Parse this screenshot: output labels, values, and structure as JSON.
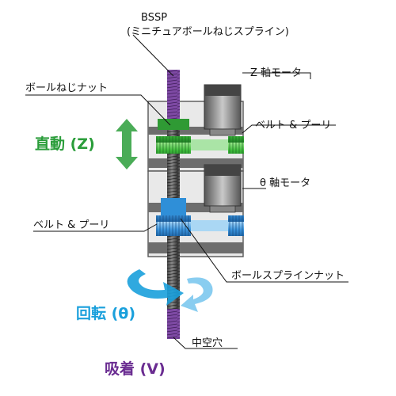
{
  "labels": {
    "bssp": "BSSP",
    "bssp_sub": "(ミニチュアボールねじスプライン)",
    "ball_screw_nut": "ボールねじナット",
    "z_motor": "Z 軸モータ",
    "belt_pulley_top": "ベルト & プーリ",
    "theta_motor": "θ 軸モータ",
    "belt_pulley_bottom": "ベルト & プーリ",
    "ball_spline_nut": "ボールスプラインナット",
    "hollow_hole": "中空穴"
  },
  "motions": {
    "linear": "直動 (Z)",
    "rotation": "回転 (θ)",
    "suction": "吸着 (V)"
  },
  "colors": {
    "linear": "#2a9d3a",
    "rotation": "#1aa0dc",
    "suction": "#6a2c91",
    "green_part": "#4cc24a",
    "blue_part": "#2f8fd8",
    "frame": "#6d6d6d",
    "shaft": "#7a3f9c"
  }
}
